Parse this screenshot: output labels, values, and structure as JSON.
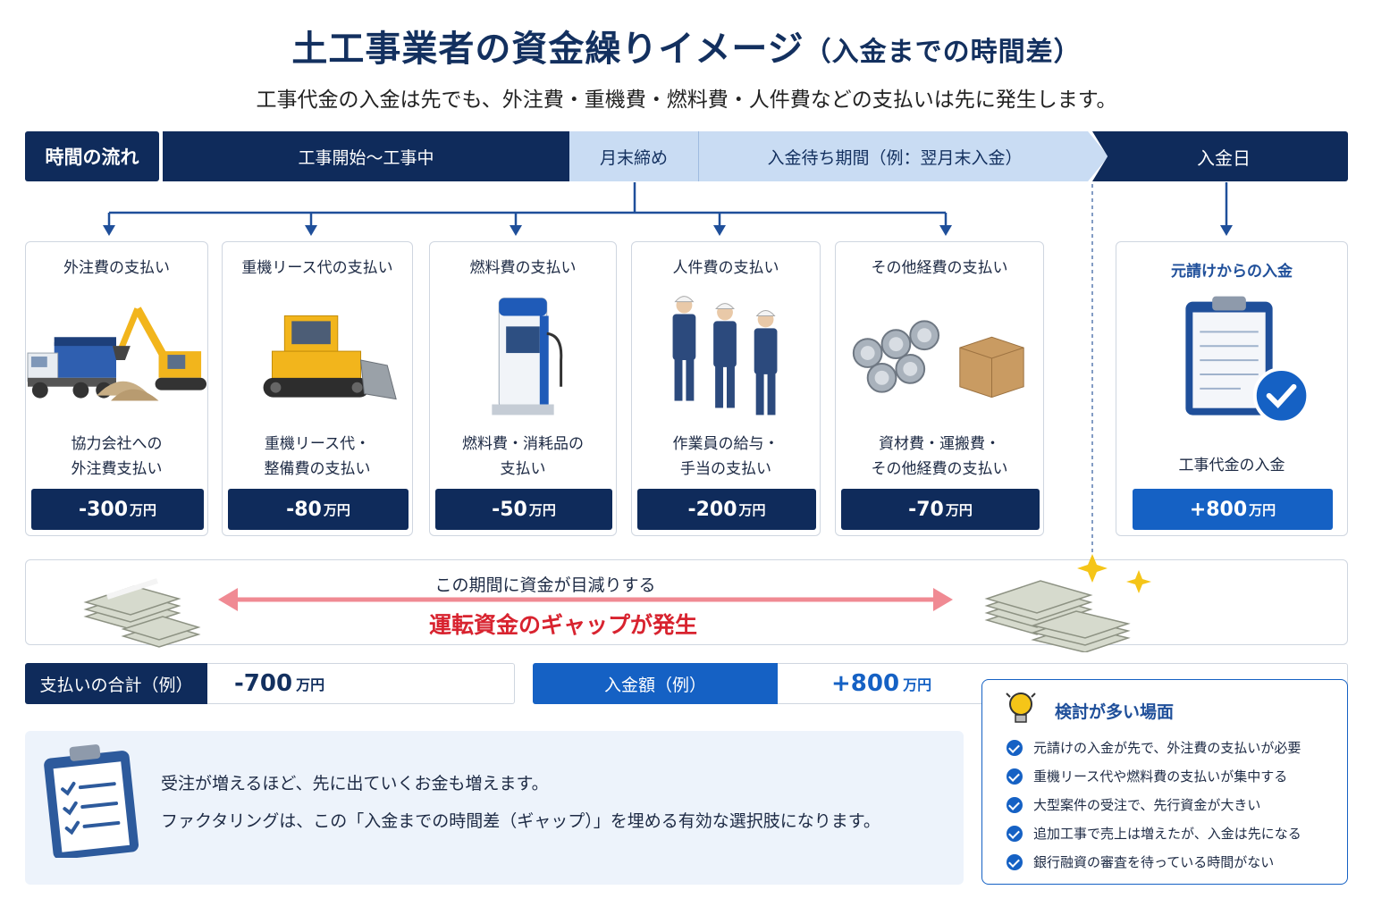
{
  "header": {
    "title_main": "土工事業者の資金繰りイメージ",
    "title_paren": "（入金までの時間差）",
    "subtitle": "工事代金の入金は先でも、外注費・重機費・燃料費・人件費などの支払いは先に発生します。"
  },
  "timeline": {
    "label": "時間の流れ",
    "segments": [
      "工事開始～工事中",
      "月末締め",
      "入金待ち期間（例：翌月末入金）",
      "入金日"
    ]
  },
  "expenses": [
    {
      "title": "外注費の支払い",
      "desc1": "協力会社への",
      "desc2": "外注費支払い",
      "amount": "-300",
      "unit": "万円",
      "icon": "dump-truck-excavator-icon"
    },
    {
      "title": "重機リース代の支払い",
      "desc1": "重機リース代・",
      "desc2": "整備費の支払い",
      "amount": "-80",
      "unit": "万円",
      "icon": "bulldozer-icon"
    },
    {
      "title": "燃料費の支払い",
      "desc1": "燃料費・消耗品の",
      "desc2": "支払い",
      "amount": "-50",
      "unit": "万円",
      "icon": "fuel-pump-icon"
    },
    {
      "title": "人件費の支払い",
      "desc1": "作業員の給与・",
      "desc2": "手当の支払い",
      "amount": "-200",
      "unit": "万円",
      "icon": "workers-icon"
    },
    {
      "title": "その他経費の支払い",
      "desc1": "資材費・運搬費・",
      "desc2": "その他経費の支払い",
      "amount": "-70",
      "unit": "万円",
      "icon": "pipes-box-icon"
    }
  ],
  "income": {
    "title": "元請けからの入金",
    "desc": "工事代金の入金",
    "amount": "+800",
    "unit": "万円",
    "icon": "clipboard-check-icon"
  },
  "gap": {
    "top_text": "この期間に資金が目減りする",
    "main_text": "運転資金のギャップが発生"
  },
  "summary": {
    "pay_label": "支払いの合計（例）",
    "pay_value": "-700",
    "pay_unit": "万円",
    "income_label": "入金額（例）",
    "income_value": "+800",
    "income_unit": "万円"
  },
  "note": {
    "line1": "受注が増えるほど、先に出ていくお金も増えます。",
    "line2": "ファクタリングは、この「入金までの時間差（ギャップ）」を埋める有効な選択肢になります。"
  },
  "tips": {
    "title": "検討が多い場面",
    "items": [
      "元請けの入金が先で、外注費の支払いが必要",
      "重機リース代や燃料費の支払いが集中する",
      "大型案件の受注で、先行資金が大きい",
      "追加工事で売上は増えたが、入金は先になる",
      "銀行融資の審査を待っている時間がない"
    ]
  },
  "colors": {
    "navy": "#0f2b5b",
    "blue": "#1561c4",
    "light_blue": "#c9dcf3",
    "red": "#d8232f",
    "pink_arrow": "#f08a93"
  }
}
